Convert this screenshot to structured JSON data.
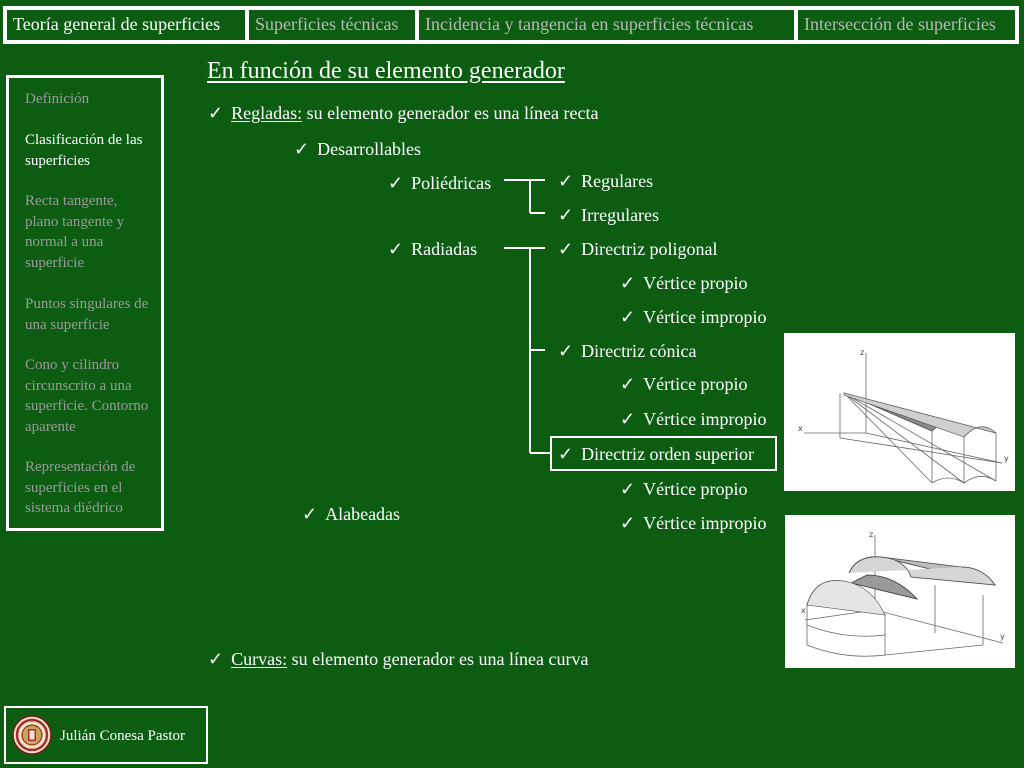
{
  "tabs": [
    {
      "label": "Teoría general de superficies",
      "active": true
    },
    {
      "label": "Superficies técnicas",
      "active": false
    },
    {
      "label": "Incidencia y tangencia en superficies técnicas",
      "active": false
    },
    {
      "label": "Intersección de superficies",
      "active": false
    }
  ],
  "sidebar": {
    "items": [
      {
        "label": "Definición",
        "active": false
      },
      {
        "label": "Clasificación de las superficies",
        "active": true
      },
      {
        "label": "Recta tangente, plano tangente y normal a una superficie",
        "active": false
      },
      {
        "label": "Puntos singulares de una superficie",
        "active": false
      },
      {
        "label": "Cono y cilindro circunscrito a una superficie. Contorno aparente",
        "active": false
      },
      {
        "label": "Representación de superficies en el sistema diédrico",
        "active": false
      }
    ]
  },
  "content": {
    "heading": "En función de su elemento generador",
    "check": "✓",
    "regladas": {
      "term": "Regladas:",
      "desc": " su elemento generador es una línea recta"
    },
    "desarrollables": "Desarrollables",
    "poliedricas": "Poliédricas",
    "regulares": "Regulares",
    "irregulares": "Irregulares",
    "radiadas": "Radiadas",
    "directriz_poligonal": "Directriz poligonal",
    "vertice_propio": "Vértice propio",
    "vertice_impropio": "Vértice impropio",
    "directriz_conica": "Directriz cónica",
    "directriz_orden_superior": "Directriz orden superior",
    "alabeadas": "Alabeadas",
    "curvas": {
      "term": "Curvas:",
      "desc": " su elemento generador es una línea curva"
    }
  },
  "figures": {
    "axis_labels": {
      "z": "z",
      "x": "x",
      "y": "y"
    }
  },
  "footer": {
    "author": "Julián Conesa Pastor",
    "logo_icon": "university-seal-icon"
  },
  "colors": {
    "background": "#0c5d12",
    "inactive_text": "#9a9a9a",
    "active_text": "#ffffff"
  }
}
